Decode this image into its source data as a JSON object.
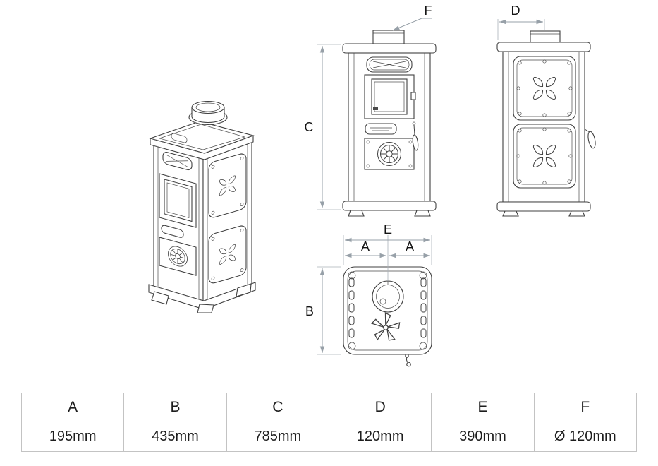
{
  "drawing": {
    "labels": {
      "A": "A",
      "B": "B",
      "C": "C",
      "D": "D",
      "E": "E",
      "F": "F"
    }
  },
  "table": {
    "headers": [
      "A",
      "B",
      "C",
      "D",
      "E",
      "F"
    ],
    "values": [
      "195mm",
      "435mm",
      "785mm",
      "120mm",
      "390mm",
      "Ø 120mm"
    ]
  },
  "colors": {
    "drawing_line": "#404040",
    "dimension_line": "#97a0a8",
    "table_border": "#c3c3c3",
    "text": "#1d1d1d",
    "background": "#ffffff"
  }
}
